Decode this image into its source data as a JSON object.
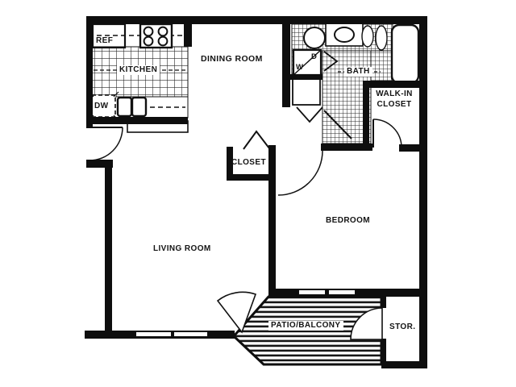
{
  "plan": {
    "rooms": {
      "kitchen": "KITCHEN",
      "dining_room": "DINING ROOM",
      "bath": "BATH",
      "walk_in_closet_line1": "WALK-IN",
      "walk_in_closet_line2": "CLOSET",
      "closet": "CLOSET",
      "bedroom": "BEDROOM",
      "living_room": "LIVING ROOM",
      "patio_balcony": "PATIO/BALCONY",
      "storage": "STOR."
    },
    "appliances": {
      "refrigerator": "REF",
      "dishwasher": "DW",
      "washer": "W",
      "dryer": "D"
    },
    "icons": {
      "stove": "stove-burners-icon",
      "kitchen_sink": "double-basin-sink-icon",
      "toilet": "toilet-icon",
      "vanity": "vanity-sink-icon",
      "bathtub": "bathtub-icon",
      "washer_dryer": "stacked-washer-dryer-icon",
      "doors": "door-swing-icon",
      "bifold": "bifold-door-chevron-icon",
      "windows": "window-icon"
    },
    "colors": {
      "wall": "#0e0e0e",
      "floor": "#ffffff",
      "line": "#1a1a1a",
      "tile_line": "#2a2a2a",
      "deck_stripe": "#161616"
    }
  }
}
